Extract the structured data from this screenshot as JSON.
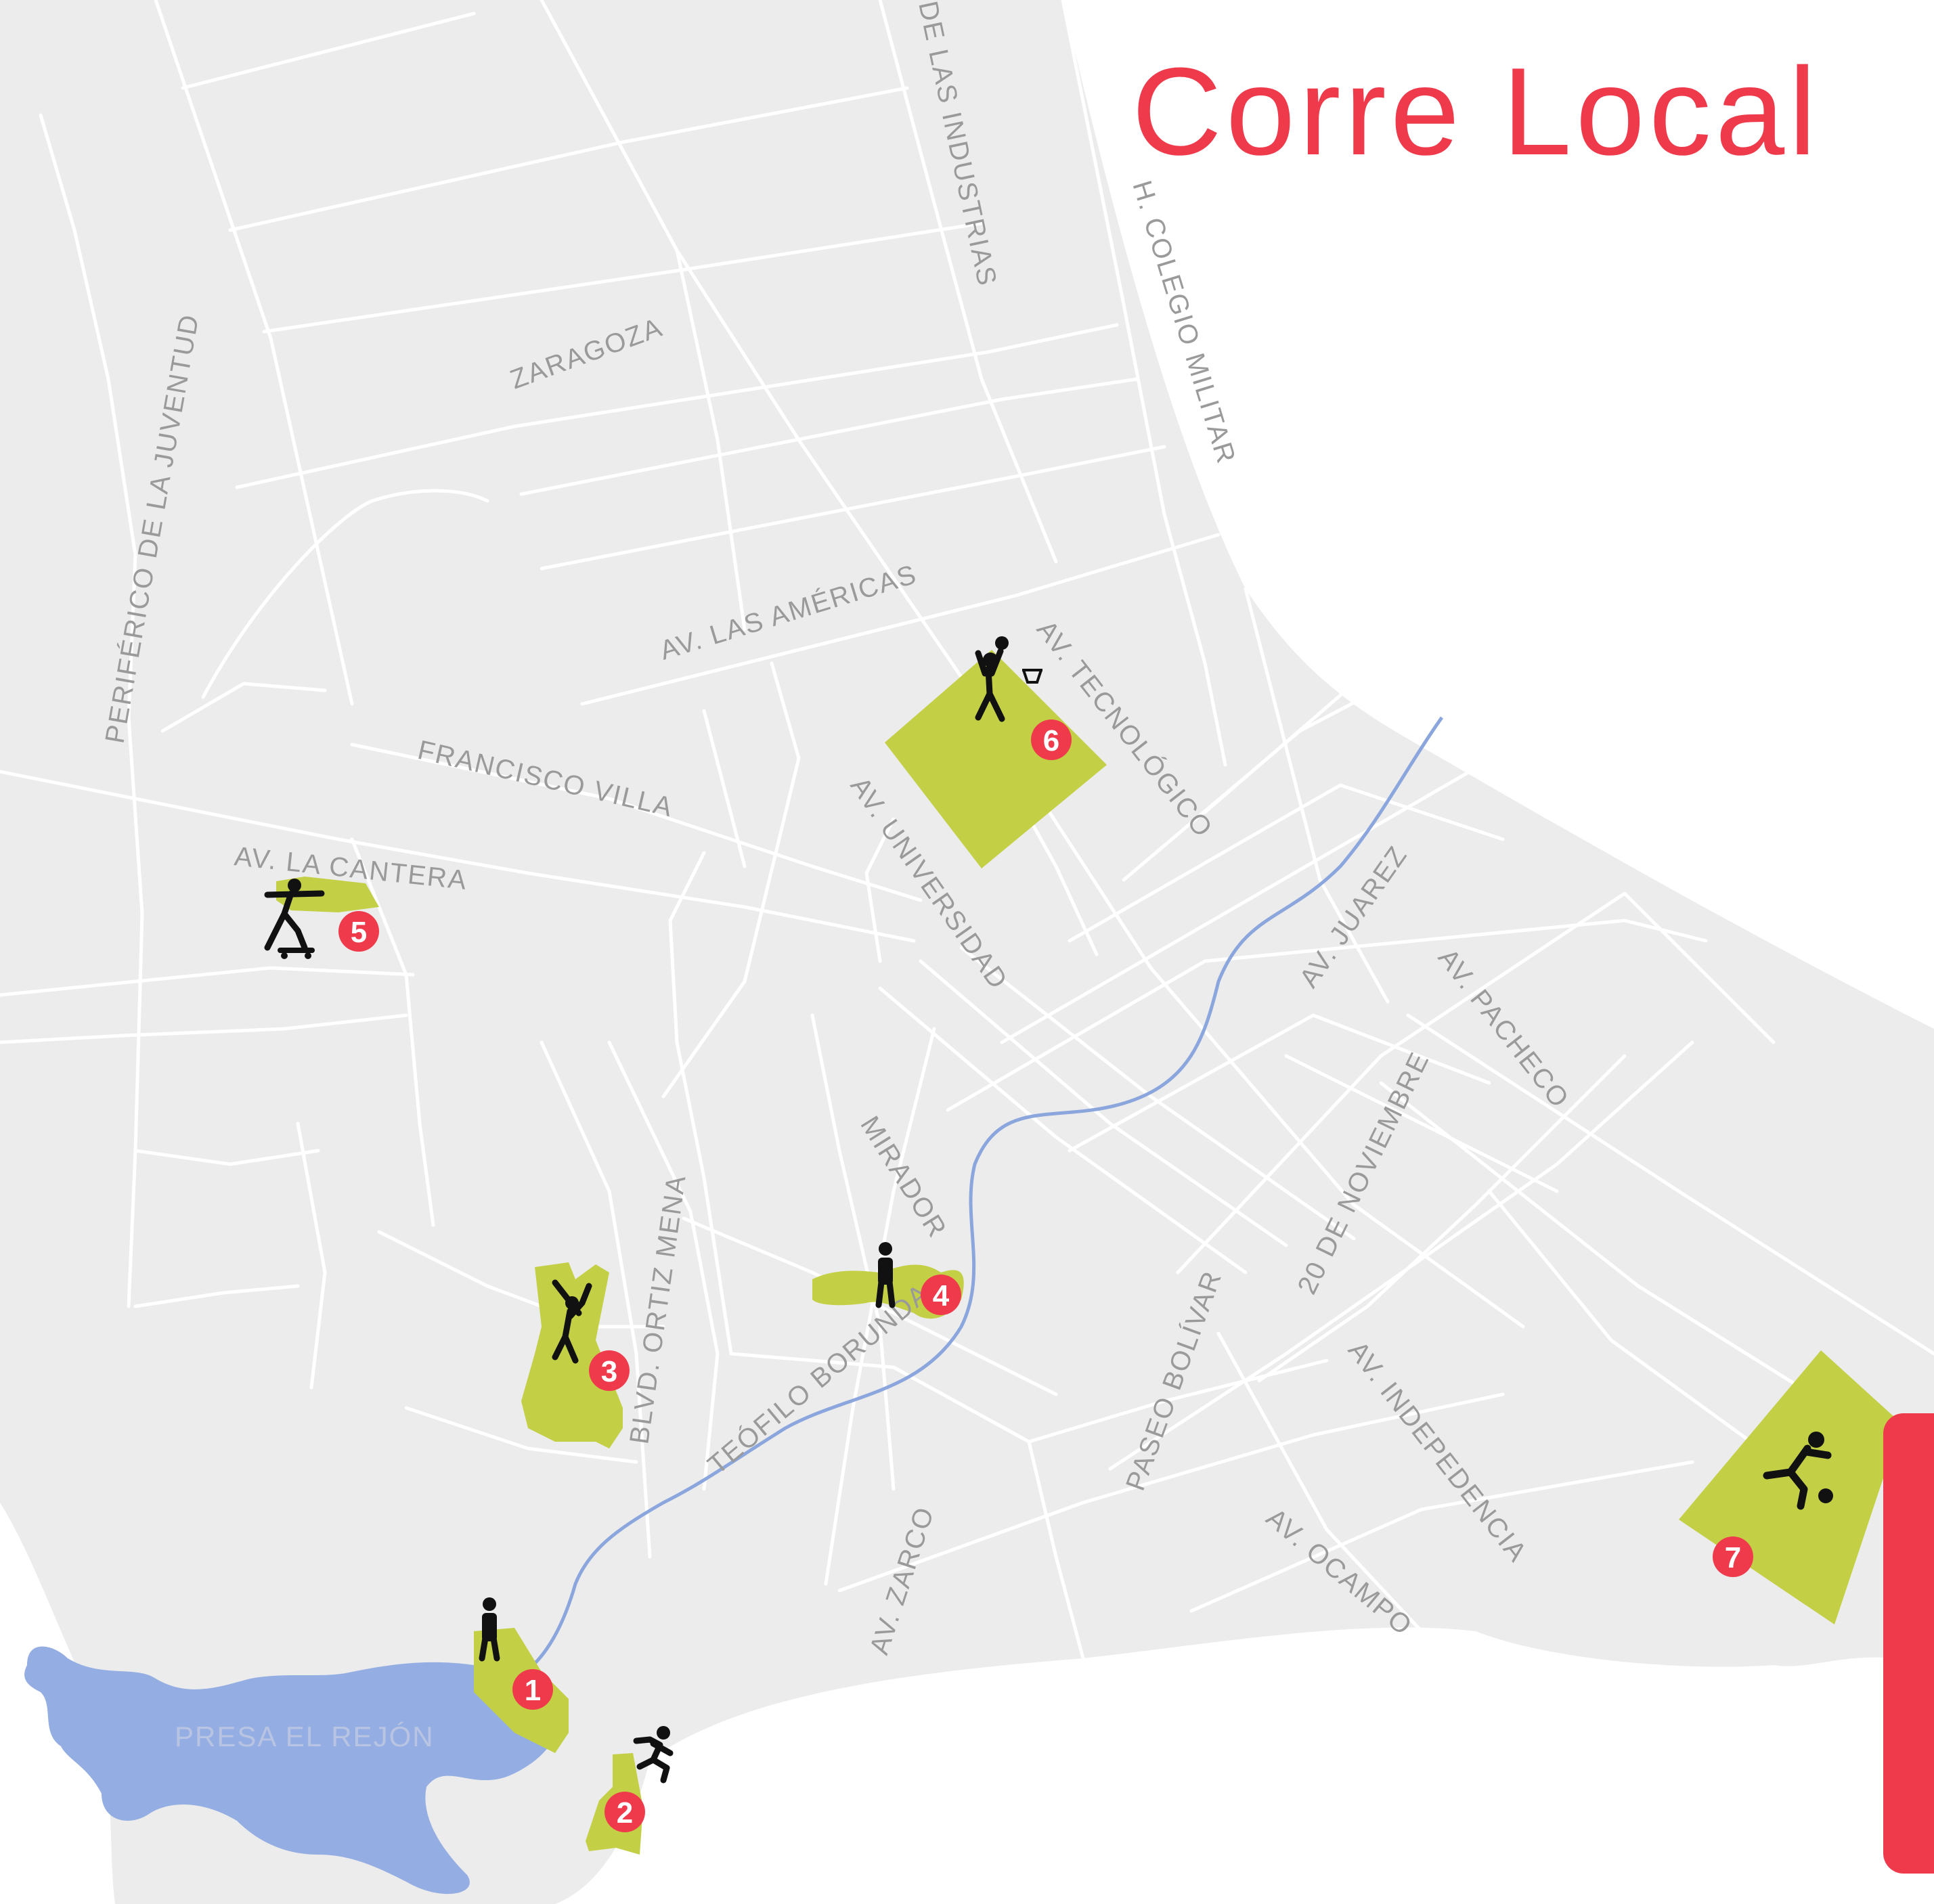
{
  "title": "Corre Local",
  "colors": {
    "land": "#ececec",
    "road": "#ffffff",
    "water": "#94aee3",
    "river": "#8ba6dd",
    "park": "#c3d046",
    "accent": "#ef3a4c",
    "icon": "#111111"
  },
  "streets": {
    "de_las_industrias": "DE LAS INDUSTRIAS",
    "h_colegio_militar": "H. COLEGIO MILITAR",
    "zaragoza": "ZARAGOZA",
    "periferico": "PERIFÉRICO DE LA JUVENTUD",
    "av_las_americas": "AV. LAS AMÉRICAS",
    "av_tecnologico": "AV. TECNOLÓGICO",
    "francisco_villa": "FRANCISCO VILLA",
    "av_universidad": "AV. UNIVERSIDAD",
    "av_la_cantera": "AV. LA CANTERA",
    "av_juarez": "AV. JUAREZ",
    "av_pacheco": "AV. PACHECO",
    "mirador": "MIRADOR",
    "blvd_ortiz_mena": "BLVD. ORTIZ MENA",
    "teofilo_borunda": "TEÓFILO BORUNDA",
    "veinte_de_noviembre": "20 DE NOVIEMBRE",
    "paseo_bolivar": "PASEO BOLÍVAR",
    "av_indepedencia": "AV. INDEPEDENCIA",
    "av_ocampo": "AV. OCAMPO",
    "av_zarco": "AV. ZARCO"
  },
  "lake": {
    "name": "PRESA EL REJÓN"
  },
  "markers": [
    {
      "number": "1",
      "activity": "walking-icon"
    },
    {
      "number": "2",
      "activity": "running-icon"
    },
    {
      "number": "3",
      "activity": "golf-icon"
    },
    {
      "number": "4",
      "activity": "walking-icon"
    },
    {
      "number": "5",
      "activity": "skateboard-icon"
    },
    {
      "number": "6",
      "activity": "basketball-icon"
    },
    {
      "number": "7",
      "activity": "soccer-icon"
    }
  ]
}
